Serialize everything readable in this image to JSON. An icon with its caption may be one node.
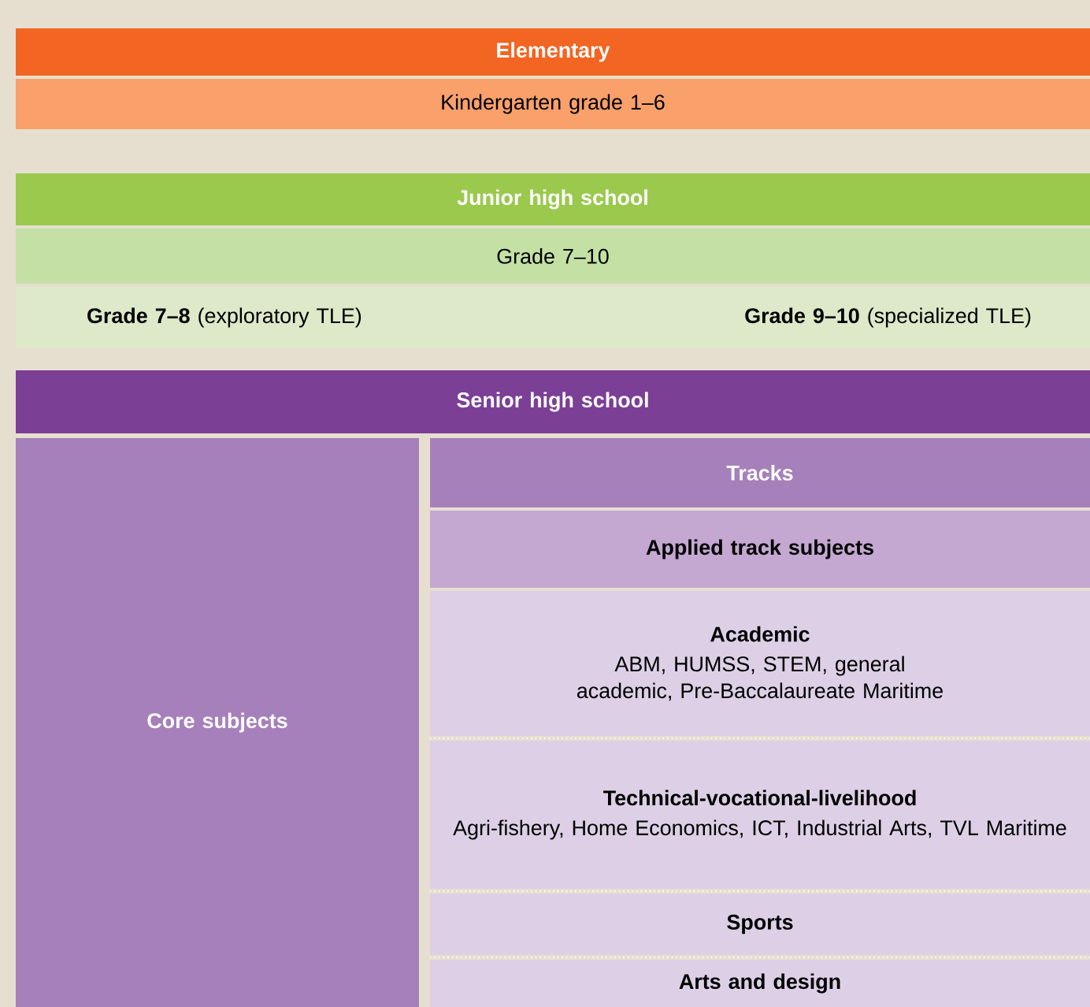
{
  "diagram": {
    "nodes": [
      {
        "text": [
          "Elementary"
        ]
      },
      {
        "text": [
          "Kindergarten grade 1–6"
        ]
      },
      {
        "text": [
          "Junior high school"
        ]
      },
      {
        "text": [
          "Grade 7–10"
        ]
      },
      {
        "text": [
          "**Grade 7–8** (exploratory TLE)",
          "**Grade 9–10** (specialized TLE)"
        ]
      },
      {
        "text": [
          "Senior high school"
        ]
      },
      {
        "text": [
          "Core subjects"
        ]
      },
      {
        "text": [
          "Tracks"
        ]
      },
      {
        "text": [
          "Applied track subjects"
        ]
      },
      {
        "text": [
          "Academic",
          "ABM, HUMSS, STEM, general academic, Pre-Baccalaureate Maritime"
        ]
      },
      {
        "text": [
          "Technical-vocational-livelihood",
          "Agri-fishery, Home Economics, ICT, Industrial Arts, TVL Maritime"
        ]
      },
      {
        "text": [
          "Sports"
        ]
      },
      {
        "text": [
          "Arts and design"
        ]
      }
    ],
    "edges": []
  }
}
